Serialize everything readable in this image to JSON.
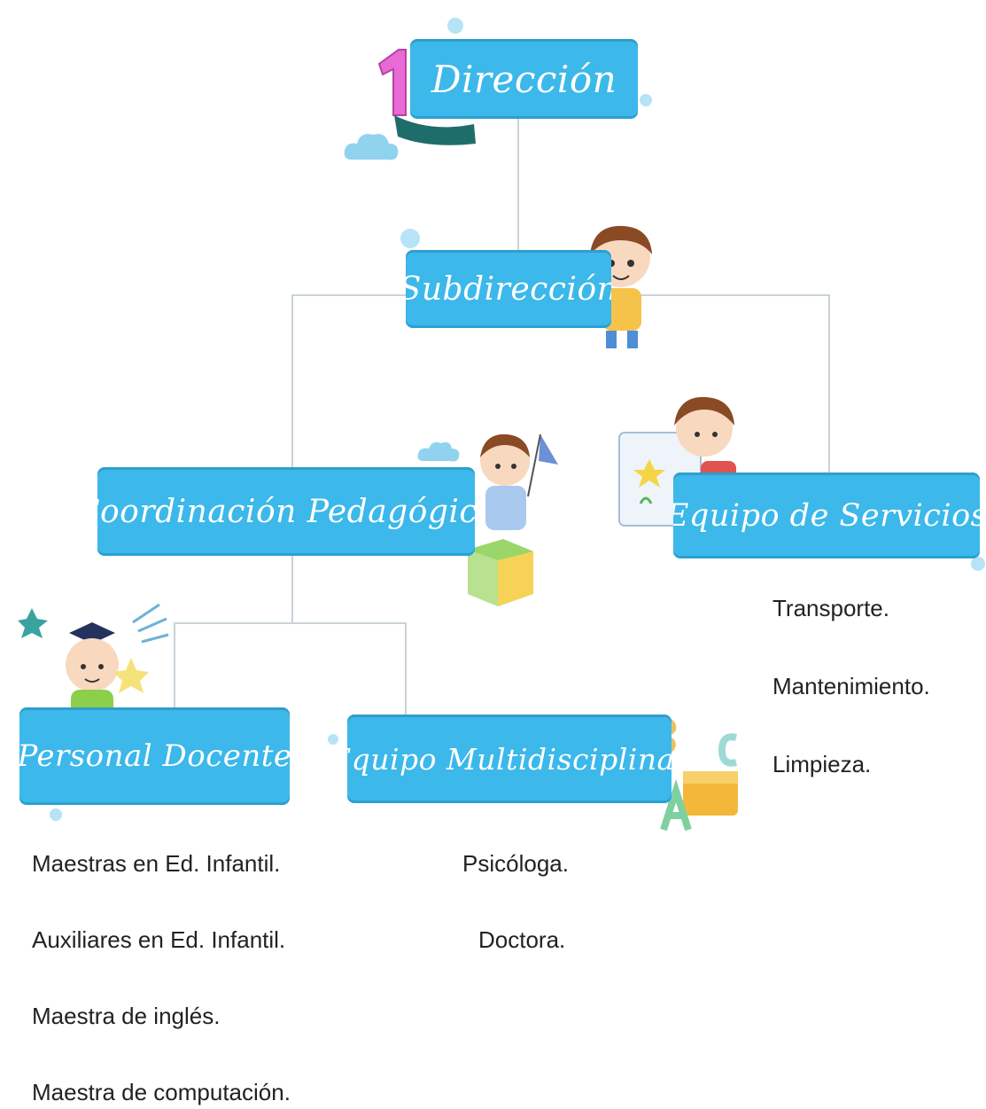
{
  "diagram": {
    "nodes": {
      "direccion": "Dirección",
      "subdireccion": "Subdirección",
      "coordinacion": "Coordinación Pedagógica",
      "servicios": "Equipo de Servicios",
      "docente": "Personal Docente",
      "multidisciplinar": "Equipo Multidisciplinar"
    },
    "servicios_items": [
      "Transporte.",
      "Mantenimiento.",
      "Limpieza."
    ],
    "docente_items": [
      "Maestras en Ed. Infantil.",
      "Auxiliares en Ed. Infantil.",
      "Maestra de inglés.",
      "Maestra de computación."
    ],
    "multidisciplinar_items": [
      "Psicóloga.",
      "Doctora."
    ],
    "colors": {
      "box": "#3cb8ea",
      "connector": "#c9d3d8",
      "text": "#222222"
    },
    "icons": [
      "number-one-icon",
      "child-with-brush-icon",
      "child-with-flag-icon",
      "child-with-book-icon",
      "graduate-child-icon",
      "letter-blocks-icon",
      "toy-cube-icon",
      "cloud-icon",
      "star-icon"
    ]
  }
}
